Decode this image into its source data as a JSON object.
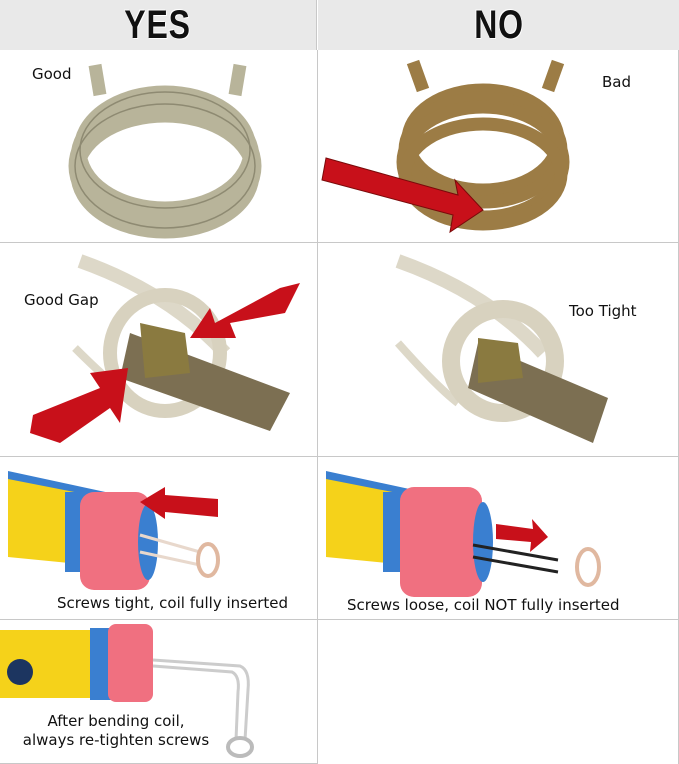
{
  "header": {
    "yes": "YES",
    "no": "NO"
  },
  "rows": [
    {
      "yes_label": "Good",
      "no_label": "Bad"
    },
    {
      "yes_label": "Good Gap",
      "no_label": "Too Tight"
    },
    {
      "yes_label": "Screws tight, coil fully inserted",
      "no_label": "Screws loose, coil NOT fully inserted"
    },
    {
      "yes_label": "After bending coil,\nalways re-tighten screws"
    }
  ],
  "colors": {
    "arrow": "#c8101a",
    "cap": "#f07080",
    "body": "#f5d21a",
    "tube": "#3a7fd0"
  }
}
